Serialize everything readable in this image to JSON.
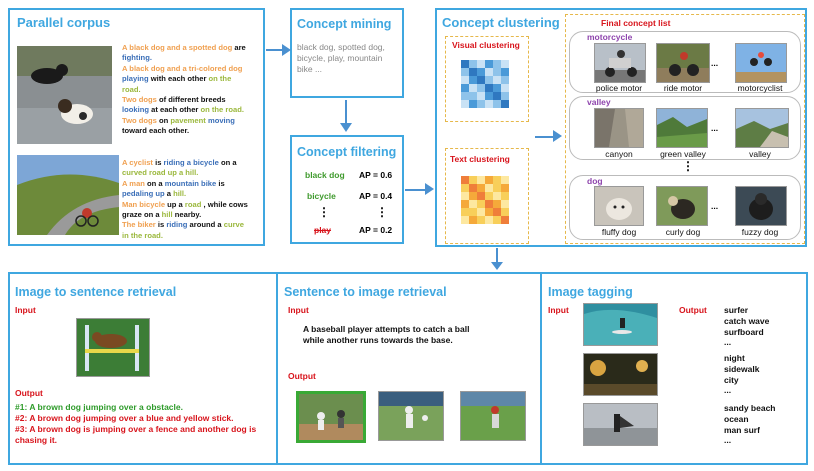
{
  "parallel_corpus": {
    "title": "Parallel corpus",
    "caption1": [
      [
        {
          "t": "A black dog and a spotted dog",
          "c": "orange"
        },
        {
          "t": " are ",
          "c": "k"
        },
        {
          "t": "fighting.",
          "c": "blue"
        }
      ],
      [
        {
          "t": "A black dog and a tri-colored dog",
          "c": "orange"
        }
      ],
      [
        {
          "t": "playing",
          "c": "blue"
        },
        {
          "t": " with each other ",
          "c": "k"
        },
        {
          "t": "on the",
          "c": "olive"
        }
      ],
      [
        {
          "t": "road.",
          "c": "olive"
        }
      ],
      [
        {
          "t": "Two dogs",
          "c": "orange"
        },
        {
          "t": " of different breeds",
          "c": "k"
        }
      ],
      [
        {
          "t": "looking",
          "c": "blue"
        },
        {
          "t": " at each other ",
          "c": "k"
        },
        {
          "t": "on the road.",
          "c": "olive"
        }
      ],
      [
        {
          "t": "Two dogs",
          "c": "orange"
        },
        {
          "t": " on ",
          "c": "k"
        },
        {
          "t": "pavement",
          "c": "olive"
        },
        {
          "t": " moving",
          "c": "blue"
        }
      ],
      [
        {
          "t": "toward each other.",
          "c": "k"
        }
      ]
    ],
    "caption2": [
      [
        {
          "t": "A cyclist",
          "c": "orange"
        },
        {
          "t": " is ",
          "c": "k"
        },
        {
          "t": "riding a bicycle",
          "c": "blue"
        },
        {
          "t": " on a",
          "c": "k"
        }
      ],
      [
        {
          "t": "curved road up a hill.",
          "c": "olive"
        }
      ],
      [
        {
          "t": "A man",
          "c": "orange"
        },
        {
          "t": " on a ",
          "c": "k"
        },
        {
          "t": "mountain bike",
          "c": "blue"
        },
        {
          "t": " is",
          "c": "k"
        }
      ],
      [
        {
          "t": "pedaling up",
          "c": "blue"
        },
        {
          "t": " a ",
          "c": "k"
        },
        {
          "t": "hill.",
          "c": "olive"
        }
      ],
      [
        {
          "t": "Man bicycle",
          "c": "orange"
        },
        {
          "t": " up a ",
          "c": "k"
        },
        {
          "t": "road",
          "c": "olive"
        },
        {
          "t": " , while cows",
          "c": "k"
        }
      ],
      [
        {
          "t": "graze on a ",
          "c": "k"
        },
        {
          "t": "hill",
          "c": "olive"
        },
        {
          "t": " nearby.",
          "c": "k"
        }
      ],
      [
        {
          "t": "The biker",
          "c": "orange"
        },
        {
          "t": " is ",
          "c": "k"
        },
        {
          "t": "riding",
          "c": "blue"
        },
        {
          "t": " around a ",
          "c": "k"
        },
        {
          "t": "curve",
          "c": "olive"
        }
      ],
      [
        {
          "t": "in the road.",
          "c": "olive"
        }
      ]
    ]
  },
  "concept_mining": {
    "title": "Concept mining",
    "text": "black dog, spotted dog, bicycle, play, mountain bike ..."
  },
  "concept_filtering": {
    "title": "Concept filtering",
    "rows": [
      {
        "concept": "black dog",
        "ap": "AP = 0.6"
      },
      {
        "concept": "bicycle",
        "ap": "AP = 0.4"
      },
      {
        "concept": "play",
        "ap": "AP = 0.2"
      }
    ],
    "dots": "⋮"
  },
  "concept_clustering": {
    "title": "Concept  clustering",
    "visual": "Visual clustering",
    "text": "Text clustering",
    "final_list": "Final concept list",
    "groups": [
      {
        "name": "motorcycle",
        "labels": [
          "police motor",
          "ride motor",
          "motorcyclist"
        ]
      },
      {
        "name": "valley",
        "labels": [
          "canyon",
          "green valley",
          "valley"
        ]
      },
      {
        "name": "dog",
        "labels": [
          "fluffy dog",
          "curly dog",
          "fuzzy dog"
        ]
      }
    ],
    "ellipsis": "...",
    "vdots": "⋮"
  },
  "i2s": {
    "title": "Image to sentence retrieval",
    "input": "Input",
    "output": "Output",
    "results": [
      "#1: A brown dog jumping over a obstacle.",
      "#2: A brown dog jumping over a blue and yellow stick.",
      "#3: A brown dog is jumping over a fence and another dog is chasing it."
    ]
  },
  "s2i": {
    "title": "Sentence to image retrieval",
    "input": "Input",
    "output": "Output",
    "query": "A baseball player attempts to catch a ball while another runs towards the base."
  },
  "tagging": {
    "title": "Image tagging",
    "input": "Input",
    "output": "Output",
    "tags": [
      [
        "surfer",
        "catch wave",
        "surfboard",
        "..."
      ],
      [
        "night",
        "sidewalk",
        "city",
        "..."
      ],
      [
        "sandy beach",
        "ocean",
        "man surf",
        "..."
      ]
    ]
  },
  "colors": {
    "accent": "#3fa7e0",
    "red": "#d8141c",
    "green": "#3f9a2d",
    "orange": "#f0a050",
    "olive": "#9bb83d",
    "blue": "#3b6fb8",
    "purple": "#8e44ad"
  }
}
